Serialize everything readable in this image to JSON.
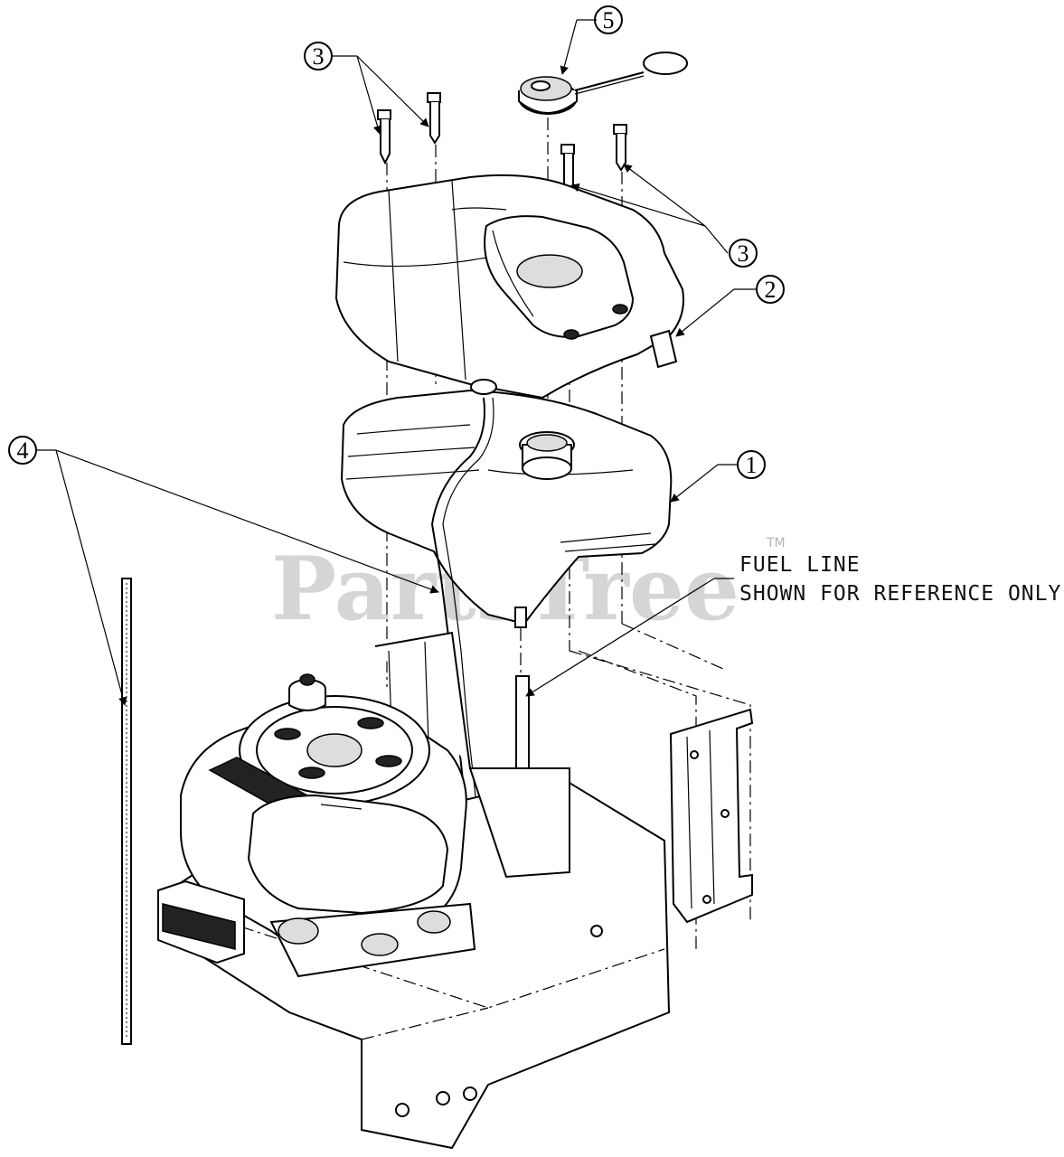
{
  "callouts": {
    "c5": "5",
    "c3a": "3",
    "c3b": "3",
    "c2": "2",
    "c1": "1",
    "c4": "4"
  },
  "note": {
    "line1": "FUEL LINE",
    "line2": "SHOWN FOR REFERENCE ONLY"
  },
  "watermark": {
    "brand": "PartsTree",
    "tm": "TM"
  }
}
